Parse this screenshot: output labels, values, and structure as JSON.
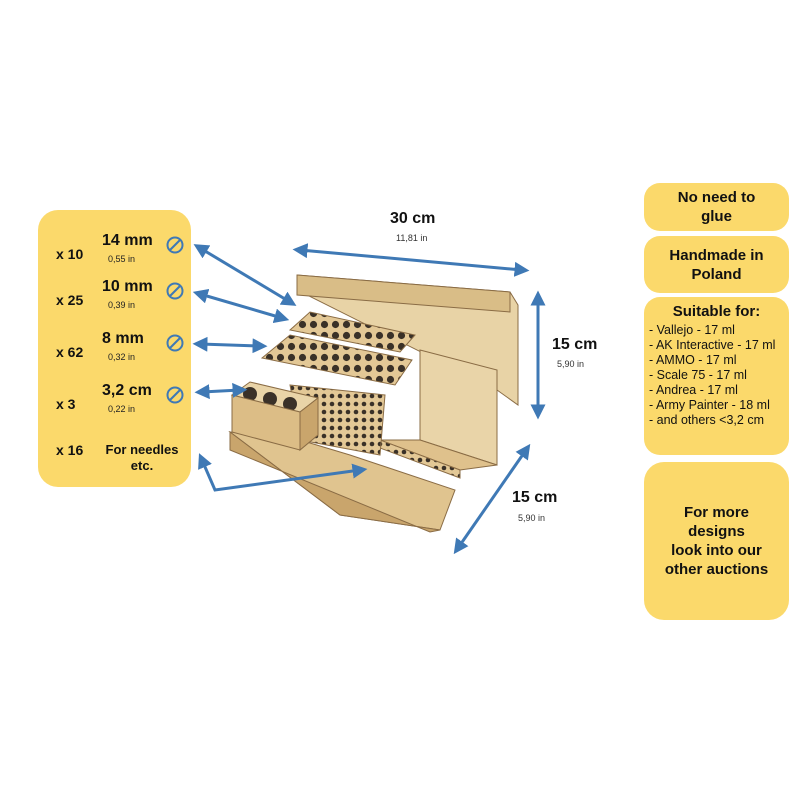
{
  "holes": [
    {
      "qty": "x 10",
      "size": "14 mm",
      "inch": "0,55 in"
    },
    {
      "qty": "x 25",
      "size": "10 mm",
      "inch": "0,39 in"
    },
    {
      "qty": "x 62",
      "size": "8 mm",
      "inch": "0,32 in"
    },
    {
      "qty": "x 3",
      "size": "3,2 cm",
      "inch": "0,22 in"
    }
  ],
  "needles": {
    "qty": "x 16",
    "line1": "For needles",
    "line2": "etc."
  },
  "dimensions": {
    "width": {
      "cm": "30 cm",
      "inch": "11,81 in"
    },
    "height": {
      "cm": "15 cm",
      "inch": "5,90 in"
    },
    "depth": {
      "cm": "15 cm",
      "inch": "5,90 in"
    }
  },
  "features": {
    "glue": {
      "line1": "No need to",
      "line2": "glue"
    },
    "handmade": {
      "line1": "Handmade in",
      "line2": "Poland"
    },
    "suitable_title": "Suitable for:",
    "suitable_items": [
      "- Vallejo - 17 ml",
      "- AK Interactive - 17 ml",
      "- AMMO - 17 ml",
      "- Scale 75 - 17 ml",
      "- Andrea - 17 ml",
      "- Army Painter - 18 ml",
      "- and others <3,2 cm"
    ],
    "more": {
      "line1": "For more",
      "line2": "designs",
      "line3": "look into our",
      "line4": "other auctions"
    }
  },
  "colors": {
    "panel": "#fbd96b",
    "arrow": "#3f79b5",
    "wood": "#e3c896",
    "wood_dark": "#c9a56c"
  }
}
